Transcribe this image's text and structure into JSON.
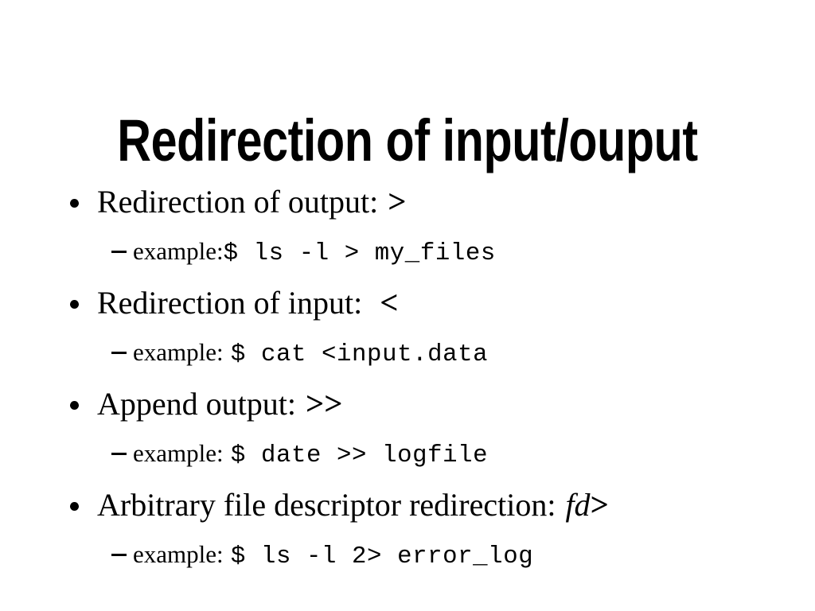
{
  "slide": {
    "title": "Redirection of input/ouput",
    "background_color": "#ffffff",
    "text_color": "#000000",
    "items": [
      {
        "label_prefix": "Redirection of output:",
        "operator": ">",
        "example_label": "example:",
        "example_gap": "",
        "example_command": "$ ls -l > my_files"
      },
      {
        "label_prefix": "Redirection of input: ",
        "operator": "<",
        "example_label": "example:",
        "example_gap": " ",
        "example_command": "$ cat <input.data"
      },
      {
        "label_prefix": "Append output:",
        "operator": ">>",
        "example_label": "example:",
        "example_gap": " ",
        "example_command": "$ date >> logfile"
      },
      {
        "label_prefix": "Arbitrary file descriptor redirection:",
        "operator_italic": "fd",
        "operator": ">",
        "example_label": "example:",
        "example_gap": " ",
        "example_command": "$ ls -l 2> error_log"
      }
    ]
  }
}
